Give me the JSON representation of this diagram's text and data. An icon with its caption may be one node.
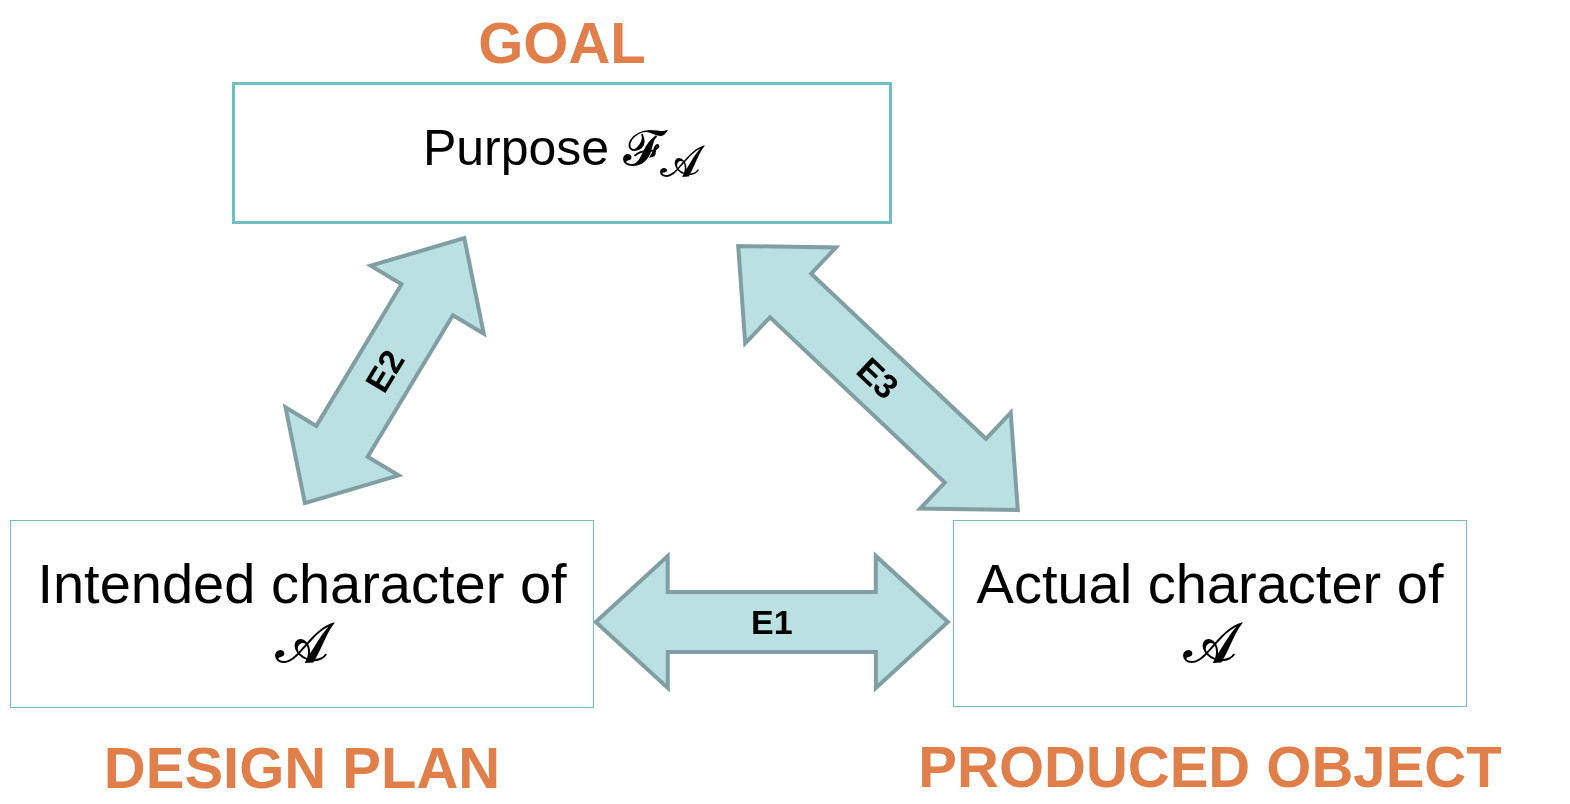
{
  "diagram": {
    "nodes": [
      {
        "text": [
          "GOAL",
          "Purpose 𝓕$_{𝓐}$"
        ]
      },
      {
        "text": [
          "Intended character of 𝓐",
          "DESIGN PLAN"
        ]
      },
      {
        "text": [
          "Actual character of 𝓐",
          "PRODUCED OBJECT"
        ]
      }
    ],
    "edges": [
      {
        "from": 1,
        "to": 2,
        "arrow": "both",
        "label": "E1",
        "style": "thick"
      },
      {
        "from": 1,
        "to": 0,
        "arrow": "both",
        "label": "E2",
        "style": "thick"
      },
      {
        "from": 0,
        "to": 2,
        "arrow": "both",
        "label": "E3",
        "style": "thick"
      }
    ]
  }
}
